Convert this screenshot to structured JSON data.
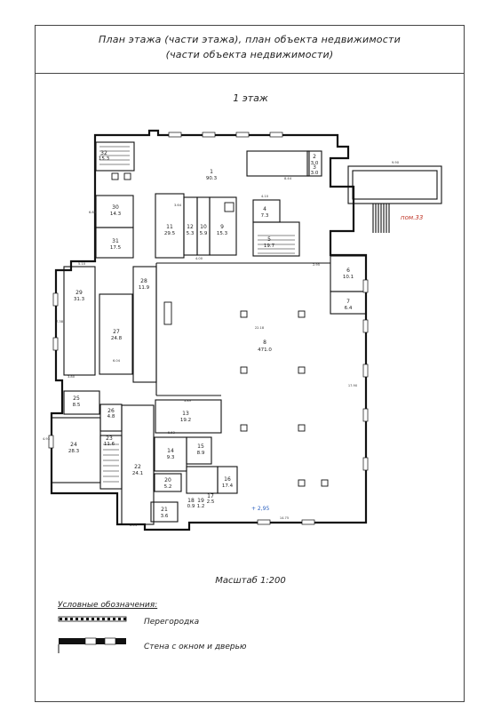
{
  "header": {
    "title_line1": "План этажа (части этажа), план объекта недвижимости",
    "title_line2": "(части объекта недвижимости)"
  },
  "floor_label": "1 этаж",
  "scale_label": "Масштаб 1:200",
  "legend": {
    "title": "Условные обозначения:",
    "partition": "Перегородка",
    "wall_with_window_door": "Стена с окном и дверью"
  },
  "annex_label": "пом.33",
  "level_mark": "+ 2,95",
  "rooms": [
    {
      "id": "1",
      "area": "90.3"
    },
    {
      "id": "2",
      "area": "3.0"
    },
    {
      "id": "3",
      "area": "3.0"
    },
    {
      "id": "4",
      "area": "7.3"
    },
    {
      "id": "5",
      "area": "19.7"
    },
    {
      "id": "6",
      "area": "10.1"
    },
    {
      "id": "7",
      "area": "6.4"
    },
    {
      "id": "8",
      "area": "471.0"
    },
    {
      "id": "9",
      "area": "15.3"
    },
    {
      "id": "10",
      "area": "5.9"
    },
    {
      "id": "11",
      "area": "29.5"
    },
    {
      "id": "12",
      "area": "5.3"
    },
    {
      "id": "13",
      "area": "19.2"
    },
    {
      "id": "14",
      "area": "9.3"
    },
    {
      "id": "15",
      "area": "8.9"
    },
    {
      "id": "16",
      "area": "17.4"
    },
    {
      "id": "17",
      "area": "2.5"
    },
    {
      "id": "18",
      "area": "0.9"
    },
    {
      "id": "19",
      "area": "1.2"
    },
    {
      "id": "20",
      "area": "5.2"
    },
    {
      "id": "21",
      "area": "3.6"
    },
    {
      "id": "22",
      "area": "24.1"
    },
    {
      "id": "23",
      "area": "11.6"
    },
    {
      "id": "24",
      "area": "28.3"
    },
    {
      "id": "25",
      "area": "8.5"
    },
    {
      "id": "26",
      "area": "4.8"
    },
    {
      "id": "27",
      "area": "24.8"
    },
    {
      "id": "28",
      "area": "11.9"
    },
    {
      "id": "29",
      "area": "31.3"
    },
    {
      "id": "30",
      "area": "14.3"
    },
    {
      "id": "31",
      "area": "17.5"
    },
    {
      "id": "32",
      "area": "15.3"
    }
  ],
  "dimensions": [
    "8.44",
    "9.90",
    "4.10",
    "3.64",
    "2.95",
    "4.00",
    "22.18",
    "17.90",
    "3.89",
    "6.84",
    "5.10",
    "7.38",
    "3.80",
    "4.93",
    "6.04",
    "5.52",
    "2.54",
    "14.75"
  ]
}
